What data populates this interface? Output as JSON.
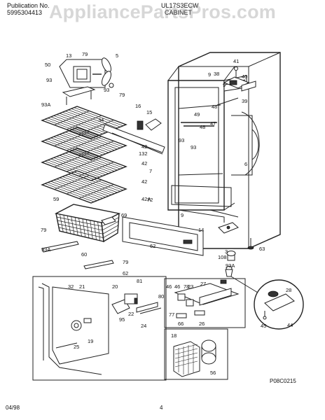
{
  "header": {
    "pub_label": "Publication No.",
    "pub_number": "5995304413",
    "model": "UL17S3ECW",
    "section": "CABINET"
  },
  "watermark": "AppliancePartsPros.com",
  "footer": {
    "date": "04/98",
    "page": "4",
    "drawing_code": "P08C0215"
  },
  "callouts": [
    "13",
    "79",
    "5",
    "50",
    "93",
    "79",
    "93",
    "93A",
    "41",
    "38",
    "40",
    "39",
    "9",
    "9",
    "48",
    "49",
    "47",
    "48",
    "16",
    "15",
    "34",
    "93",
    "93",
    "6",
    "7",
    "42",
    "132",
    "42",
    "42",
    "42A",
    "72",
    "9",
    "14",
    "63",
    "59",
    "69",
    "79",
    "93A",
    "62",
    "32",
    "3",
    "108",
    "93A",
    "60",
    "79",
    "62",
    "21",
    "20",
    "81",
    "80",
    "24",
    "22",
    "95",
    "46",
    "46",
    "23",
    "66",
    "26",
    "27",
    "28",
    "45",
    "44",
    "78",
    "77",
    "18",
    "56",
    "19",
    "25"
  ]
}
